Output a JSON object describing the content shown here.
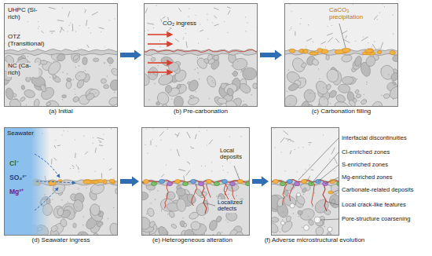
{
  "diagram": {
    "nodes": [
      {
        "text": [
          "(a) Initial"
        ]
      },
      {
        "text": [
          "(b) Pre-carbonation"
        ]
      },
      {
        "text": [
          "(c) Carbonation filling"
        ]
      },
      {
        "text": [
          "(d) Seawater ingress"
        ]
      },
      {
        "text": [
          "(e) Heterogeneous alteration"
        ]
      },
      {
        "text": [
          "(f) Adverse microstructural evolution"
        ]
      }
    ],
    "edges": [
      {
        "from": 0,
        "to": 1,
        "arrow": "to"
      },
      {
        "from": 1,
        "to": 2,
        "arrow": "to"
      },
      {
        "from": 3,
        "to": 4,
        "arrow": "to"
      },
      {
        "from": 4,
        "to": 5,
        "arrow": "to"
      }
    ],
    "labels": [
      "UHPC (Si-rich)",
      "OTZ (Transitional)",
      "NC (Ca-rich)",
      "CO₂ ingress",
      "CaCO₃ precipitation",
      "Seawater",
      "Cl⁻",
      "SO₄²⁻",
      "Mg²⁺",
      "Local deposits",
      "Localized defects",
      "Interfacial discontinuities",
      "Cl-enriched zones",
      "S-enriched zones",
      "Mg-enriched zones",
      "Carbonate-related deposits",
      "Local crack-like features",
      "Pore-structure coarsening"
    ]
  }
}
